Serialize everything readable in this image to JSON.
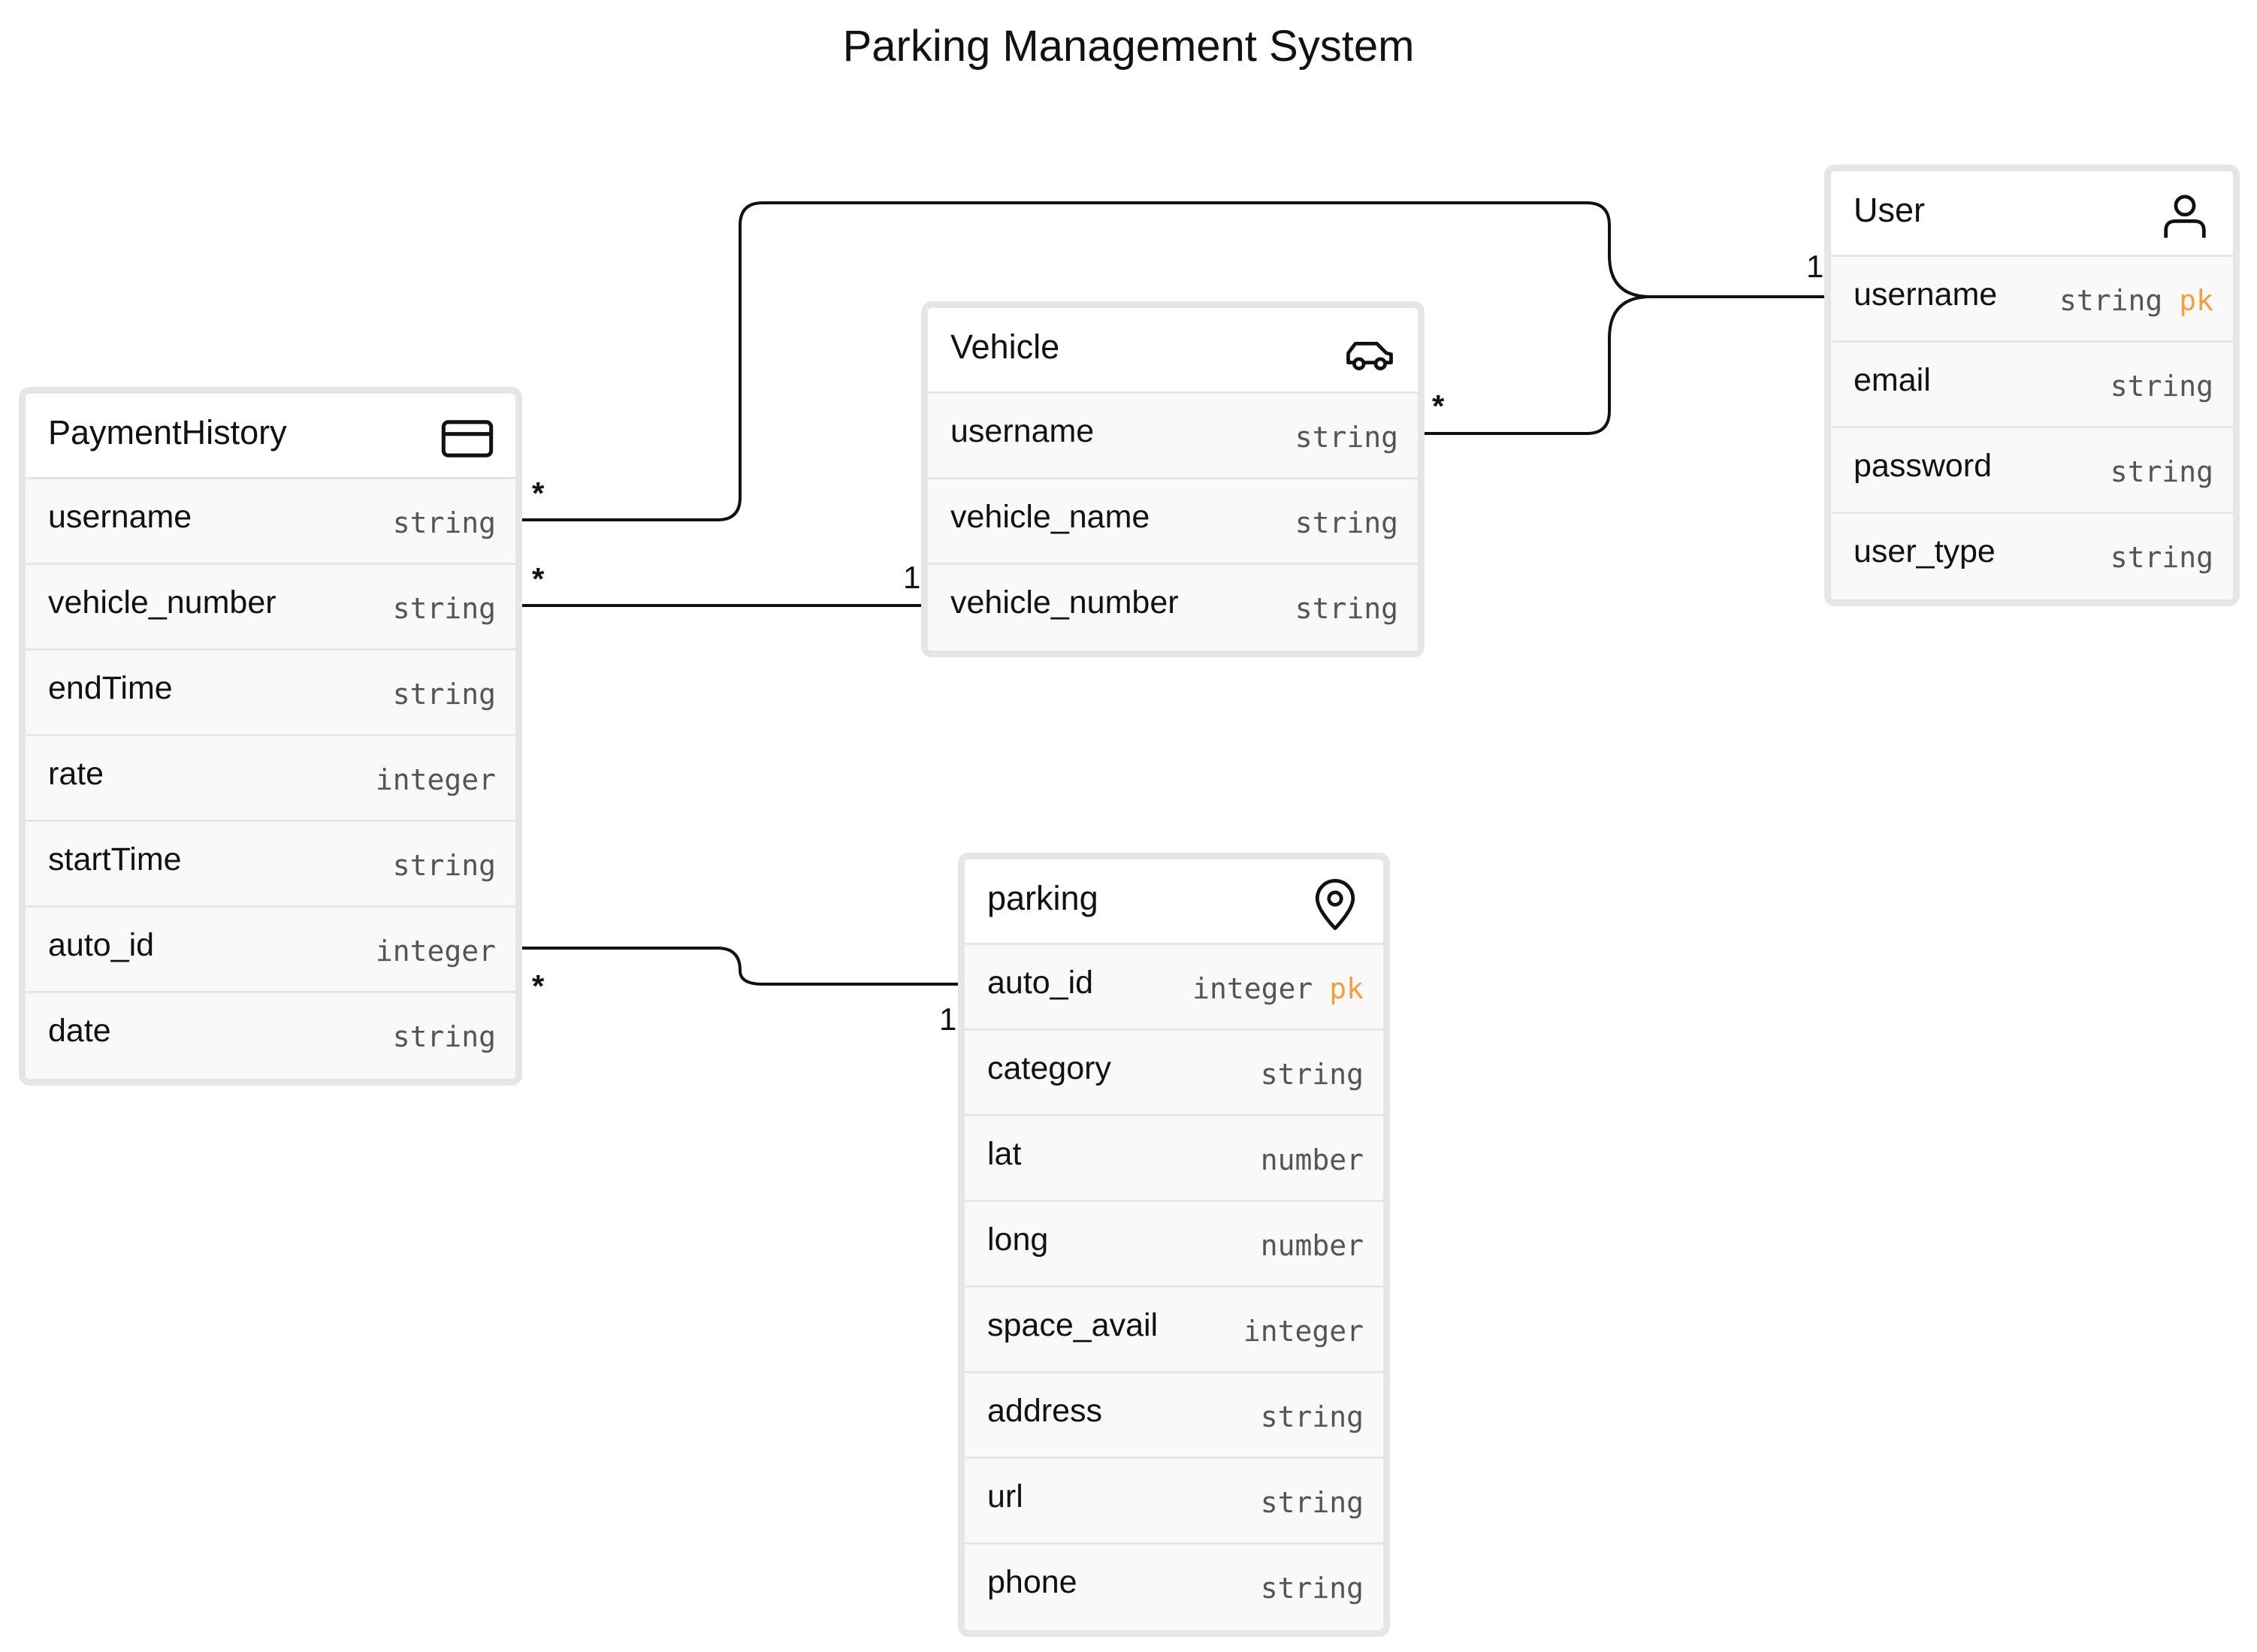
{
  "title": "Parking Management System",
  "entities": {
    "payment_history": {
      "name": "PaymentHistory",
      "icon": "credit-card-icon",
      "fields": [
        {
          "name": "username",
          "type": "string"
        },
        {
          "name": "vehicle_number",
          "type": "string"
        },
        {
          "name": "endTime",
          "type": "string"
        },
        {
          "name": "rate",
          "type": "integer"
        },
        {
          "name": "startTime",
          "type": "string"
        },
        {
          "name": "auto_id",
          "type": "integer"
        },
        {
          "name": "date",
          "type": "string"
        }
      ]
    },
    "vehicle": {
      "name": "Vehicle",
      "icon": "car-icon",
      "fields": [
        {
          "name": "username",
          "type": "string"
        },
        {
          "name": "vehicle_name",
          "type": "string"
        },
        {
          "name": "vehicle_number",
          "type": "string"
        }
      ]
    },
    "user": {
      "name": "User",
      "icon": "user-icon",
      "fields": [
        {
          "name": "username",
          "type": "string",
          "key": "pk"
        },
        {
          "name": "email",
          "type": "string"
        },
        {
          "name": "password",
          "type": "string"
        },
        {
          "name": "user_type",
          "type": "string"
        }
      ]
    },
    "parking": {
      "name": "parking",
      "icon": "map-pin-icon",
      "fields": [
        {
          "name": "auto_id",
          "type": "integer",
          "key": "pk"
        },
        {
          "name": "category",
          "type": "string"
        },
        {
          "name": "lat",
          "type": "number"
        },
        {
          "name": "long",
          "type": "number"
        },
        {
          "name": "space_avail",
          "type": "integer"
        },
        {
          "name": "address",
          "type": "string"
        },
        {
          "name": "url",
          "type": "string"
        },
        {
          "name": "phone",
          "type": "string"
        }
      ]
    }
  },
  "relations": [
    {
      "from": "PaymentHistory.username",
      "from_card": "*",
      "to": "User.username",
      "to_card": "1"
    },
    {
      "from": "Vehicle.username",
      "from_card": "*",
      "to": "User.username",
      "to_card": "1"
    },
    {
      "from": "PaymentHistory.vehicle_number",
      "from_card": "*",
      "to": "Vehicle.vehicle_number",
      "to_card": "1"
    },
    {
      "from": "PaymentHistory.auto_id",
      "from_card": "*",
      "to": "parking.auto_id",
      "to_card": "1"
    }
  ],
  "colors": {
    "border": "#e6e6e6",
    "pk": "#f0a040",
    "type_text": "#555555",
    "line": "#111111"
  }
}
